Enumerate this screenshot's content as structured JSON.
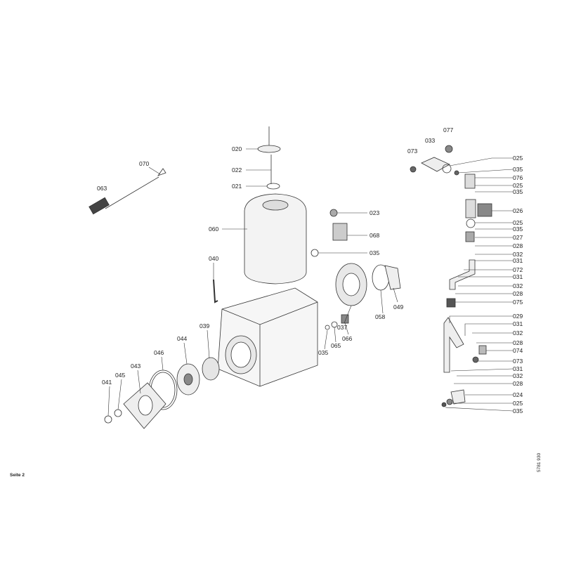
{
  "diagram": {
    "labels_main": [
      "020",
      "022",
      "021",
      "070",
      "063",
      "060",
      "023",
      "068",
      "035",
      "040",
      "049",
      "058",
      "037",
      "066",
      "065",
      "035",
      "039",
      "044",
      "046",
      "043",
      "045",
      "041"
    ],
    "labels_right_top": [
      "077",
      "033",
      "073",
      "025",
      "035",
      "076",
      "025",
      "035",
      "026",
      "025",
      "035",
      "027",
      "028",
      "032",
      "031",
      "072",
      "031",
      "032",
      "028",
      "075"
    ],
    "labels_right_bottom": [
      "029",
      "031",
      "032",
      "028",
      "074",
      "073",
      "031",
      "032",
      "028",
      "024",
      "025",
      "035"
    ],
    "page_label": "Seite 2",
    "document_number": "5781 930"
  }
}
